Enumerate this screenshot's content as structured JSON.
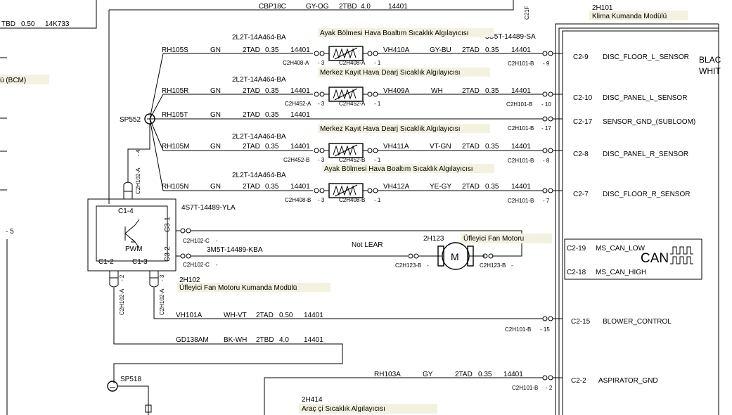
{
  "topLeft": {
    "labelA": "TBD",
    "labelB": "0.50",
    "labelC": "14K733",
    "bcm": "ü (BCM)",
    "dash5": "- 5"
  },
  "topWire": {
    "code": "CBP18C",
    "color": "GY-OG",
    "type": "2TBD",
    "gauge": "4.0",
    "circuit": "14401",
    "conn": "C21F"
  },
  "module": {
    "id": "2H101",
    "name": "Klima Kumanda Modülü",
    "black": "BLAC",
    "white": "WHIT",
    "can": "CAN"
  },
  "sensors": [
    {
      "name": "Ayak Bölmesi Hava Boaltım Sıcaklık Algılayıcısı",
      "part": "2L2T-14A464-BA",
      "leftWire": "RH105S",
      "leftColor": "GN",
      "leftType": "2TAD",
      "leftGauge": "0.35",
      "leftCircuit": "14401",
      "connLeft": "C2H408-A",
      "pinLeft": "- 3",
      "connRight": "C2H408-A",
      "pinRight": "- 1",
      "rightWire": "VH410A",
      "rightColor": "GY-BU",
      "rightType": "2TAD",
      "rightGauge": "0.35",
      "rightCircuit": "14401",
      "modConn": "C2H101-B",
      "modPin": "- 9",
      "pin": "C2-9",
      "signal": "DISC_FLOOR_L_SENSOR"
    },
    {
      "name": "Merkez Kayıt Hava Dearj Sıcaklık Algılayıcısı",
      "part": "2L2T-14A464-BA",
      "leftWire": "RH105R",
      "leftColor": "GN",
      "leftType": "2TAD",
      "leftGauge": "0.35",
      "leftCircuit": "14401",
      "connLeft": "C2H452-A",
      "pinLeft": "- 3",
      "connRight": "C2H452-A",
      "pinRight": "- 1",
      "rightWire": "VH409A",
      "rightColor": "WH",
      "rightType": "2TAD",
      "rightGauge": "0.35",
      "rightCircuit": "14401",
      "modConn": "C2H101-B",
      "modPin": "- 10",
      "pin": "C2-10",
      "signal": "DISC_PANEL_L_SENSOR"
    },
    {
      "name": "Merkez Kayıt Hava Dearj Sıcaklık Algılayıcısı",
      "part": "2L2T-14A464-BA",
      "leftWire": "RH105M",
      "leftColor": "GN",
      "leftType": "2TAD",
      "leftGauge": "0.35",
      "leftCircuit": "14401",
      "connLeft": "C2H452-B",
      "pinLeft": "- 3",
      "connRight": "C2H452-B",
      "pinRight": "- 1",
      "rightWire": "VH411A",
      "rightColor": "VT-GN",
      "rightType": "2TAD",
      "rightGauge": "0.35",
      "rightCircuit": "14401",
      "modConn": "C2H101-B",
      "modPin": "- 8",
      "pin": "C2-8",
      "signal": "DISC_PANEL_R_SENSOR"
    },
    {
      "name": "Ayak Bölmesi Hava Boaltım Sıcaklık Algılayıcısı",
      "part": "2L2T-14A464-BA",
      "leftWire": "RH105N",
      "leftColor": "GN",
      "leftType": "2TAD",
      "leftGauge": "0.35",
      "leftCircuit": "14401",
      "connLeft": "C2H408-B",
      "pinLeft": "- 3",
      "connRight": "C2H408-B",
      "pinRight": "- 1",
      "rightWire": "VH412A",
      "rightColor": "YE-GY",
      "rightType": "2TAD",
      "rightGauge": "0.35",
      "rightCircuit": "14401",
      "modConn": "C2H101-B",
      "modPin": "- 7",
      "pin": "C2-7",
      "signal": "DISC_FLOOR_R_SENSOR"
    }
  ],
  "groundWire": {
    "wire": "RH105T",
    "color": "GN",
    "type": "2TAD",
    "gauge": "0.35",
    "circuit": "14401",
    "modConn": "C2H101-B",
    "modPin": "- 17",
    "pin": "C2-17",
    "signal": "SENSOR_GND_(SUBLOOM)"
  },
  "partCut": "3U5T-14489-SA",
  "splice1": "SP552",
  "splice2": "SP518",
  "pwmModule": {
    "id": "2H102",
    "name": "Üfleyici Fan Motoru Kumanda Modülü",
    "part": "4S7T-14489-YLA",
    "label": "PWM",
    "c14": "C1-4",
    "c12": "C1-2",
    "c13": "C1-3",
    "c31": "C3-1",
    "c32": "C3-2",
    "conn4": "C2H102-A",
    "pin4": "- 4",
    "conn2": "C2H102-A",
    "pin2": "- 2",
    "conn3": "C2H102-A",
    "pin3": "- 3",
    "connC1": "C2H102-C",
    "pinC1": "-",
    "connC2": "C2H102-C",
    "pinC2": "-"
  },
  "fan": {
    "id": "2H123",
    "name": "Üfleyici Fan Motoru",
    "part": "3M5T-14489-KBA",
    "note": "Not LEAR",
    "motor": "M",
    "connA": "C2H123-B",
    "pinA": "-",
    "connB": "C2H123-B",
    "pinB": "-"
  },
  "can": {
    "low": "MS_CAN_LOW",
    "high": "MS_CAN_HIGH",
    "pinLow": "C2-19",
    "pinHigh": "C2-18"
  },
  "blower": {
    "wire": "VH101A",
    "color": "WH-VT",
    "type": "2TAD",
    "gauge": "0.50",
    "circuit": "14401",
    "modConn": "C2H101-B",
    "modPin": "- 15",
    "pin": "C2-15",
    "signal": "BLOWER_CONTROL"
  },
  "gnd": {
    "wire": "GD138AM",
    "color": "BK-WH",
    "type": "2TBD",
    "gauge": "4.0",
    "circuit": "14401"
  },
  "aspirator": {
    "wire": "RH103A",
    "color": "GY",
    "type": "2TAD",
    "gauge": "0.35",
    "circuit": "14401",
    "modConn": "C2H101-B",
    "modPin": "- 2",
    "pin": "C2-2",
    "signal": "ASPIRATOR_GND"
  },
  "interior": {
    "id": "2H414",
    "name": "Araç çi Sıcaklık Algılayıcısı"
  }
}
